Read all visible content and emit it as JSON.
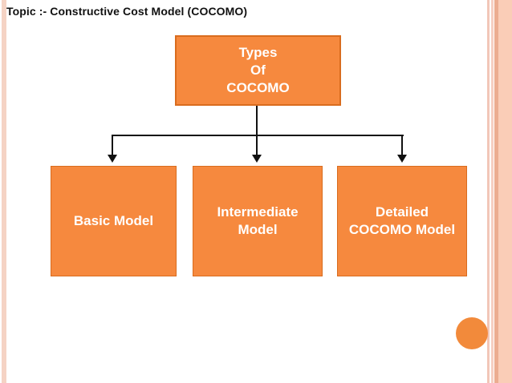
{
  "slide": {
    "title": "Topic :- Constructive Cost Model (COCOMO)"
  },
  "colors": {
    "box_fill": "#F6893E",
    "box_border": "#D96C1E",
    "box_text": "#FFFFFF",
    "connector": "#111111",
    "accent_circle": "#F28A3B",
    "stripe_left": "#F5D3C4",
    "stripe_pink_1": "#F2C6B8",
    "stripe_pink_2": "#F6CFC2",
    "stripe_salmon_dark": "#ECAD91",
    "stripe_salmon_light": "#FACDB7",
    "title_color": "#111111"
  },
  "diagram": {
    "type": "hierarchy",
    "root": {
      "lines": [
        "Types",
        "Of",
        "COCOMO"
      ],
      "label": "Types Of COCOMO"
    },
    "children": [
      {
        "lines": [
          "Basic Model"
        ],
        "label": "Basic Model"
      },
      {
        "lines": [
          "Intermediate",
          "Model"
        ],
        "label": "Intermediate Model"
      },
      {
        "lines": [
          "Detailed",
          "COCOMO Model"
        ],
        "label": "Detailed COCOMO Model"
      }
    ]
  }
}
